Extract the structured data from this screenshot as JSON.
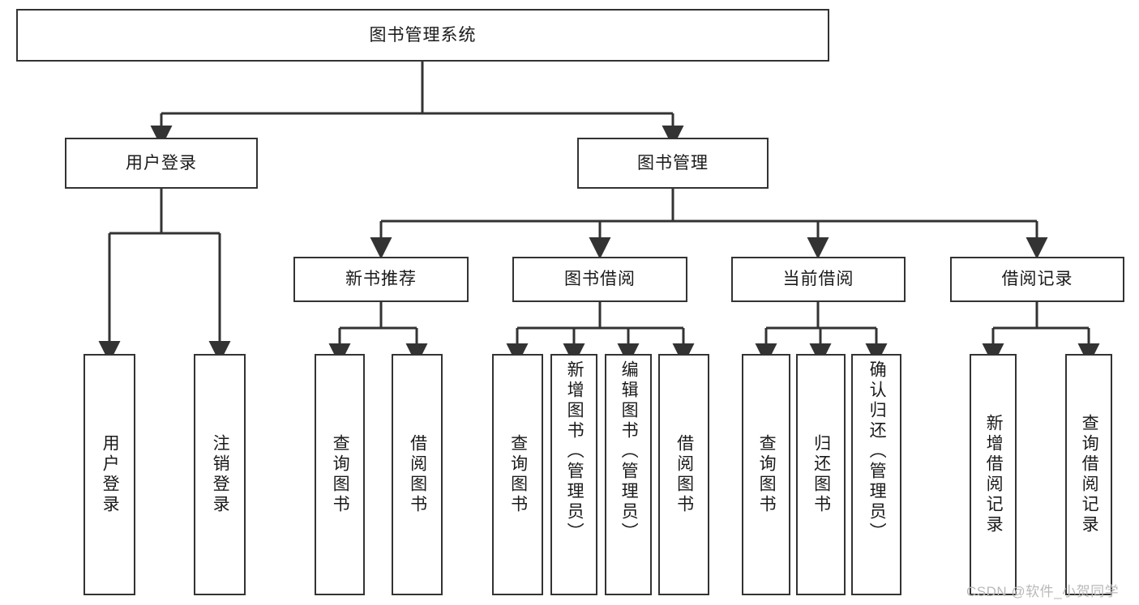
{
  "diagram": {
    "title": "图书管理系统",
    "type": "functional-structure-tree",
    "watermark": "CSDN @软件_小贺同学",
    "colors": {
      "box_border": "#333333",
      "box_fill": "#ffffff",
      "connector": "#333333",
      "text": "#1a1a1a",
      "watermark": "#b9b9b9",
      "background": "#ffffff"
    },
    "nodes": {
      "root": "图书管理系统",
      "level2": {
        "user_login": "用户登录",
        "book_manage": "图书管理"
      },
      "level3": {
        "new_book_recommend": "新书推荐",
        "book_borrow": "图书借阅",
        "current_borrow": "当前借阅",
        "borrow_record": "借阅记录"
      },
      "leaves": {
        "user_login_1": "用户登录",
        "user_login_2": "注销登录",
        "new_book_1": "查询图书",
        "new_book_2": "借阅图书",
        "book_borrow_1": "查询图书",
        "book_borrow_2": "新增图书（管理员）",
        "book_borrow_3": "编辑图书（管理员）",
        "book_borrow_4": "借阅图书",
        "current_borrow_1": "查询图书",
        "current_borrow_2": "归还图书",
        "current_borrow_3": "确认归还（管理员）",
        "borrow_record_1": "新增借阅记录",
        "borrow_record_2": "查询借阅记录"
      }
    }
  }
}
